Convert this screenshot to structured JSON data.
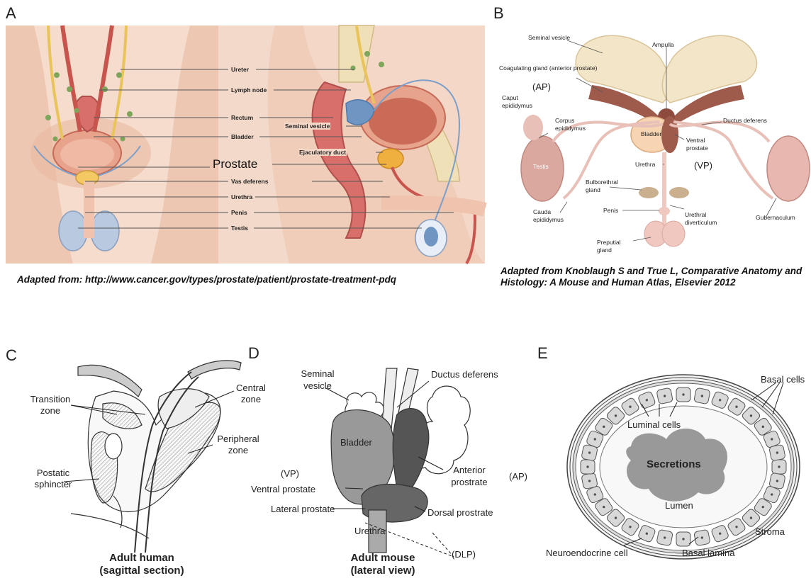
{
  "panels": {
    "a": {
      "letter": "A",
      "labels": {
        "ureter": "Ureter",
        "lymph_node": "Lymph node",
        "rectum": "Rectum",
        "bladder": "Bladder",
        "seminal_vesicle": "Seminal vesicle",
        "ejaculatory_duct": "Ejaculatory duct",
        "prostate": "Prostate",
        "vas_deferens": "Vas deferens",
        "urethra": "Urethra",
        "penis": "Penis",
        "testis": "Testis"
      },
      "caption": "Adapted from: http://www.cancer.gov/types/prostate/patient/prostate-treatment-pdq"
    },
    "b": {
      "letter": "B",
      "labels": {
        "seminal_vesicle": "Seminal vesicle",
        "coagulating_gland": "Coagulating gland (anterior prostate)",
        "ap": "(AP)",
        "ampulla": "Ampulla",
        "caput": "Caput epididymus",
        "corpus": "Corpus epididymus",
        "ductus": "Ductus deferens",
        "bladder": "Bladder",
        "ventral": "Ventral prostate",
        "vp": "(VP)",
        "testis": "Testis",
        "urethra": "Urethra",
        "bulbo": "Bulborethral gland",
        "cauda": "Cauda epididymus",
        "penis": "Penis",
        "urethral_div": "Urethral diverticulum",
        "gubernaculum": "Gubernaculum",
        "preputial": "Preputial gland"
      },
      "caption": "Adapted from Knoblaugh S and True L, Comparative Anatomy and Histology: A Mouse and Human Atlas, Elsevier 2012"
    },
    "c": {
      "letter": "C",
      "labels": {
        "transition": "Transition zone",
        "central": "Central zone",
        "peripheral": "Peripheral zone",
        "postatic": "Postatic sphincter"
      },
      "title1": "Adult human",
      "title2": "(sagittal section)"
    },
    "d": {
      "letter": "D",
      "labels": {
        "seminal": "Seminal vesicle",
        "ductus": "Ductus deferens",
        "bladder": "Bladder",
        "vp": "(VP)",
        "ventral": "Ventral prostate",
        "anterior": "Anterior prostrate",
        "ap": "(AP)",
        "lateral": "Lateral prostate",
        "dorsal": "Dorsal prostrate",
        "urethra": "Urethra",
        "dlp": "(DLP)"
      },
      "title1": "Adult mouse",
      "title2": "(lateral view)"
    },
    "e": {
      "letter": "E",
      "labels": {
        "basal_cells": "Basal cells",
        "luminal": "Luminal cells",
        "secretions": "Secretions",
        "lumen": "Lumen",
        "stroma": "Stroma",
        "neuro": "Neuroendocrine cell",
        "lamina": "Basal lamina"
      }
    }
  }
}
